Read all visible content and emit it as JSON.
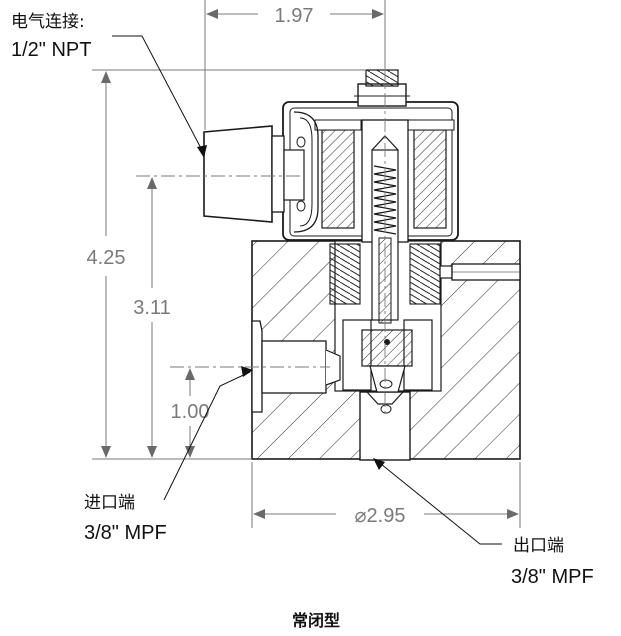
{
  "figure": {
    "caption": "常闭型"
  },
  "callouts": {
    "electrical": {
      "label": "电气连接:",
      "spec": "1/2\" NPT"
    },
    "inlet": {
      "label": "进口端",
      "spec": "3/8\" MPF"
    },
    "outlet": {
      "label": "出口端",
      "spec": "3/8\" MPF"
    }
  },
  "dimensions": {
    "top_width": "1.97",
    "overall_height": "4.25",
    "solenoid_height": "3.11",
    "inlet_height": "1.00",
    "body_diameter": "⌀2.95"
  },
  "colors": {
    "line": "#1a1a1a",
    "dimension": "#7a7a7a",
    "hatch": "#2b2b2b"
  }
}
